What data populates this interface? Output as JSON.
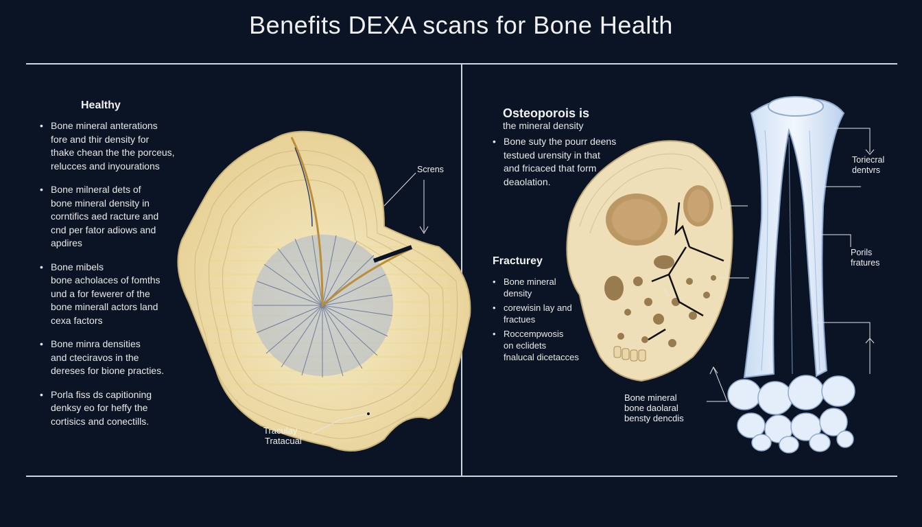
{
  "title": "Benefits DEXA scans for Bone Health",
  "left": {
    "heading": "Healthy",
    "bullets": [
      [
        "Bone mineral anterations",
        "fore and thir density for",
        "thake chean the the porceus,",
        "relucces and inyourations"
      ],
      [
        "Bone milneral dets of",
        "bone mineral density in",
        "corntifics aed racture and",
        "cnd per fator adiows and",
        "apdires"
      ],
      [
        "Bone mibels",
        "bone acholaces of fomths",
        "und a for fewerer of the",
        "bone minerall actors land",
        "cexa factors"
      ],
      [
        "Bone minra densities",
        "and cteciravos in the",
        "dereses for bione practies."
      ],
      [
        "Porla fiss ds capitioning",
        "denksy eo for heffy the",
        "cortisics and conectills."
      ]
    ],
    "callouts": {
      "screns": "Screns",
      "trabecular": [
        "Traculay",
        "Tratacual"
      ]
    }
  },
  "right": {
    "osteo_heading": "Osteoporois is",
    "osteo_sub": "the mineral density",
    "osteo_bullets": [
      [
        "Bone suty the pourr deens",
        "testued urensity in that",
        "and fricaced that form",
        "deaolation."
      ]
    ],
    "fracture_heading": "Fracturey",
    "fracture_bullets": [
      [
        "Bone mineral",
        "density"
      ],
      [
        "corewisin lay and",
        "fractues"
      ],
      [
        "Roccempwosis",
        "on eclidets",
        "fnalucal dicetacces"
      ]
    ],
    "callouts": {
      "cortical": [
        "Toriecral",
        "dentvrs"
      ],
      "porus": [
        "Porils",
        "fratures"
      ],
      "bmd": [
        "Bone mineral",
        "bone daolaral",
        "bensty dencdis"
      ]
    }
  },
  "colors": {
    "background": "#0b1424",
    "bone_fill": "#f1e3b4",
    "trabecular_blue": "#7f93b8",
    "skull_fill": "#efdfb8",
    "long_bone_fill": "#dde9f7"
  }
}
